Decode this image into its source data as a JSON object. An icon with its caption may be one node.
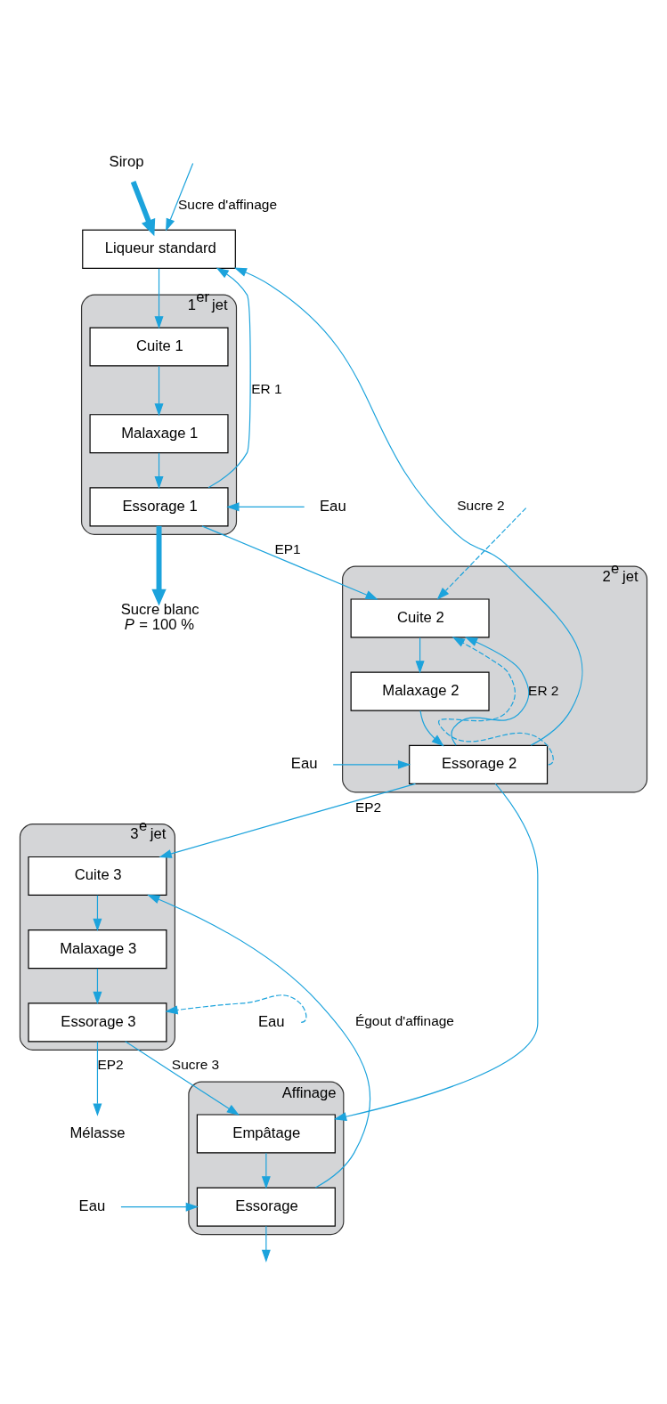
{
  "diagram": {
    "nodes": [
      {
        "text": [
          "Sirop"
        ]
      },
      {
        "text": [
          "Liqueur standard"
        ]
      },
      {
        "text": [
          "1$^{er}$ jet"
        ]
      },
      {
        "text": [
          "Cuite 1"
        ],
        "in": 2
      },
      {
        "text": [
          "Malaxage 1"
        ],
        "in": 2
      },
      {
        "text": [
          "Essorage 1"
        ],
        "in": 2
      },
      {
        "text": [
          "Eau"
        ]
      },
      {
        "text": [
          "Sucre blanc",
          "*P* = 100 %"
        ]
      },
      {
        "text": [
          "2$^{e}$ jet"
        ]
      },
      {
        "text": [
          "Cuite 2"
        ],
        "in": 8
      },
      {
        "text": [
          "Malaxage 2"
        ],
        "in": 8
      },
      {
        "text": [
          "Essorage 2"
        ],
        "in": 8
      },
      {
        "text": [
          "Eau"
        ]
      },
      {
        "text": [
          "3$^{e}$ jet"
        ]
      },
      {
        "text": [
          "Cuite 3"
        ],
        "in": 13
      },
      {
        "text": [
          "Malaxage 3"
        ],
        "in": 13
      },
      {
        "text": [
          "Essorage 3"
        ],
        "in": 13
      },
      {
        "text": [
          "Eau"
        ]
      },
      {
        "text": [
          "Affinage"
        ]
      },
      {
        "text": [
          "Empâtage"
        ],
        "in": 18
      },
      {
        "text": [
          "Essorage"
        ],
        "in": 18
      },
      {
        "text": [
          "Eau"
        ]
      },
      {
        "text": [
          "Mélasse"
        ]
      }
    ],
    "edges": [
      {
        "from": 0,
        "to": 1,
        "arrow": "to",
        "style": "thick"
      },
      {
        "from": null,
        "to": 1,
        "arrow": "to",
        "label": "Sucre d'affinage"
      },
      {
        "from": 1,
        "to": 3,
        "arrow": "to"
      },
      {
        "from": 3,
        "to": 4,
        "arrow": "to"
      },
      {
        "from": 4,
        "to": 5,
        "arrow": "to"
      },
      {
        "from": 5,
        "to": 1,
        "arrow": "to",
        "label": "ER 1"
      },
      {
        "from": 6,
        "to": 5,
        "arrow": "to"
      },
      {
        "from": 5,
        "to": 7,
        "arrow": "to",
        "style": "thick"
      },
      {
        "from": 5,
        "to": 9,
        "arrow": "to",
        "label": "EP1"
      },
      {
        "from": 11,
        "to": 9,
        "arrow": "to",
        "style": "dashed"
      },
      {
        "from": null,
        "to": 9,
        "arrow": "to",
        "style": "dashed"
      },
      {
        "from": 11,
        "to": 9,
        "arrow": "to",
        "label": "ER 2"
      },
      {
        "from": 9,
        "to": 10,
        "arrow": "to"
      },
      {
        "from": 10,
        "to": 11,
        "arrow": "to"
      },
      {
        "from": 12,
        "to": 11,
        "arrow": "to"
      },
      {
        "from": 11,
        "to": 1,
        "arrow": "to",
        "label": "Sucre 2"
      },
      {
        "from": 11,
        "to": 14,
        "arrow": "to",
        "label": "EP2"
      },
      {
        "from": 11,
        "to": 19,
        "arrow": "to"
      },
      {
        "from": 20,
        "to": 14,
        "arrow": "to",
        "label": "Égout d'affinage"
      },
      {
        "from": 14,
        "to": 15,
        "arrow": "to"
      },
      {
        "from": 15,
        "to": 16,
        "arrow": "to"
      },
      {
        "from": 17,
        "to": 16,
        "arrow": "to",
        "style": "dashed"
      },
      {
        "from": 16,
        "to": 19,
        "arrow": "to",
        "label": "Sucre 3"
      },
      {
        "from": 16,
        "to": 22,
        "arrow": "to",
        "label": "EP2"
      },
      {
        "from": 19,
        "to": 20,
        "arrow": "to"
      },
      {
        "from": 21,
        "to": 20,
        "arrow": "to"
      },
      {
        "from": 20,
        "to": null,
        "arrow": "to"
      }
    ]
  }
}
